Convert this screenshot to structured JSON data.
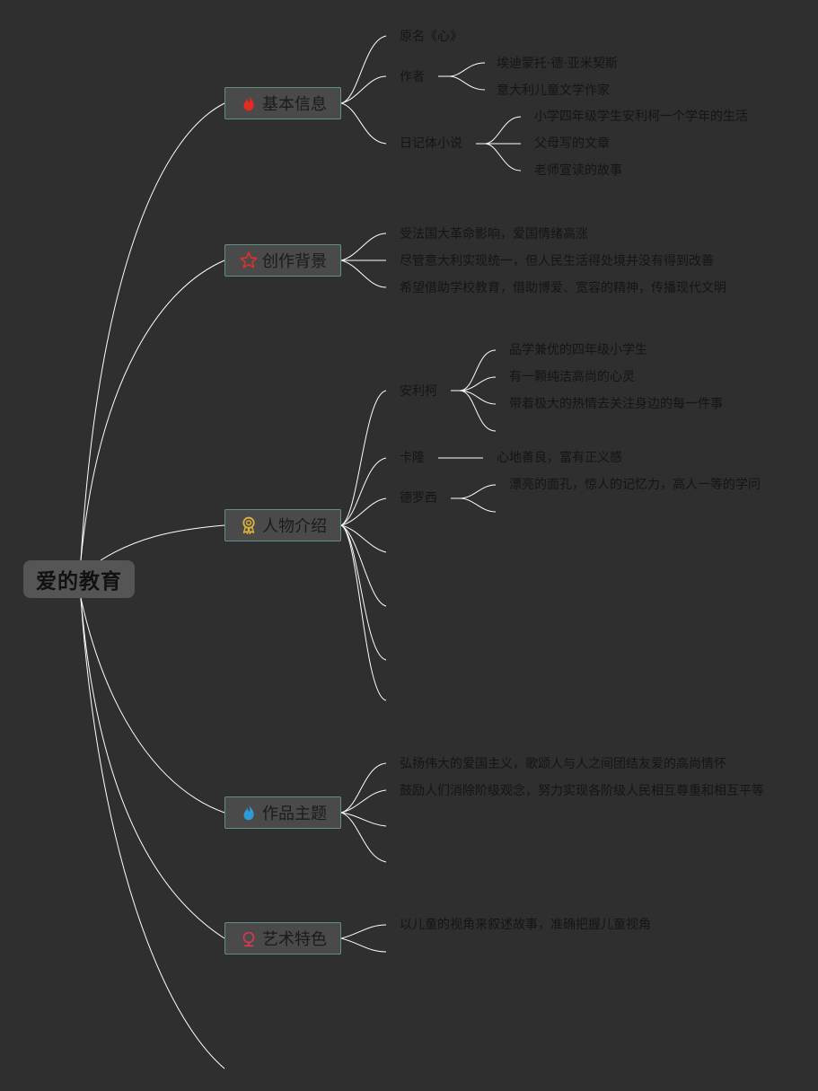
{
  "root": {
    "label": "爱的教育"
  },
  "branches": [
    {
      "label": "基本信息",
      "icon": "flame-icon",
      "icon_color": "#e52b1f"
    },
    {
      "label": "创作背景",
      "icon": "star-icon",
      "icon_color": "#d9342b"
    },
    {
      "label": "人物介绍",
      "icon": "award-ribbon-icon",
      "icon_color": "#e0b23a"
    },
    {
      "label": "作品主题",
      "icon": "flame-icon",
      "icon_color": "#2d9bd8"
    },
    {
      "label": "艺术特色",
      "icon": "pin-icon",
      "icon_color": "#d63a4f"
    }
  ],
  "basic_info": {
    "original_name": "原名《心》",
    "author": {
      "label": "作者",
      "items": [
        "埃迪蒙托·德·亚米契斯",
        "意大利儿童文学作家"
      ]
    },
    "diary": {
      "label": "日记体小说",
      "items": [
        "小学四年级学生安利柯一个学年的生活",
        "父母写的文章",
        "老师宣读的故事"
      ]
    }
  },
  "background": {
    "items": [
      "受法国大革命影响，爱国情绪高涨",
      "尽管意大利实现统一，但人民生活得处境并没有得到改善",
      "希望借助学校教育，借助博爱、宽容的精神，传播现代文明"
    ]
  },
  "characters": {
    "enrico": {
      "name": "安利柯",
      "items": [
        "品学兼优的四年级小学生",
        "有一颗纯洁高尚的心灵",
        "带着极大的热情去关注身边的每一件事"
      ]
    },
    "garrone": {
      "name": "卡隆",
      "item": "心地善良，富有正义感"
    },
    "derossi": {
      "name": "德罗西",
      "item": "漂亮的面孔，惊人的记忆力，高人一等的学问"
    }
  },
  "theme": {
    "items": [
      "弘扬伟大的爱国主义，歌颂人与人之间团结友爱的高尚情怀",
      "鼓励人们消除阶级观念，努力实现各阶级人民相互尊重和相互平等"
    ]
  },
  "art": {
    "items": [
      "以儿童的视角来叙述故事，准确把握儿童视角"
    ]
  },
  "colors": {
    "background": "#2f2f2f",
    "line": "#ffffff",
    "branch_border": "#5f8f86",
    "branch_fill": "#4a4a4a",
    "root_fill": "#555555"
  }
}
